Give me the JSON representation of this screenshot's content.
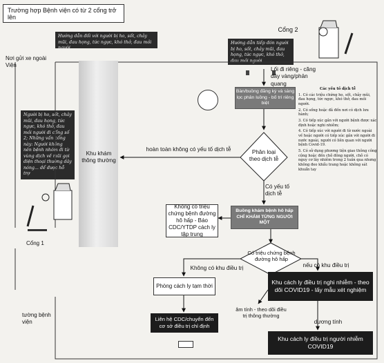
{
  "title": "Trường hợp Bệnh viện có từ 2 cổng trở lên",
  "notes": {
    "top_left": "Hướng dẫn đối với người bị ho, sốt, chảy mũi, đau họng, tức ngực, khó thở, đau mỏi người",
    "top_right": "Hướng dẫn tiếp đón người bị ho, sốt, chảy mũi, đau họng, tức ngực, khó thở, đau mỏi người",
    "left_column": "Người bị ho, sốt, chảy mũi, đau họng, tức ngực, khó thở, đau mỏi người đi cổng số 2; Những vấn cổng này: Người không nên bệnh nhóm đi từ vùng dịch về mũi gọi điện thoại thường dây nóng... để được hỗ trợ"
  },
  "labels": {
    "gate2": "Cổng 2",
    "gate1": "Cổng 1",
    "parking": "Nơi gửi xe ngoài Viện",
    "wall": "tường bệnh viện",
    "exam_area": "Khu khám thông thường",
    "separate_path": "Lối đi riêng - căng dây vàng/phản quang",
    "no_factor": "hoàn toàn không có yếu tố dịch tễ",
    "has_factor": "Có yếu tố dịch tễ",
    "no_isolation": "Không có khu điều trị",
    "has_isolation": "nếu có khu điều trị",
    "negative": "âm tính - theo dõi điều trị thông thường",
    "positive": "dương tính"
  },
  "nodes": {
    "registration": "Bàn/buồng đăng ký và sàng lọc phân luồng - bố trí riêng biệt",
    "classify": "Phân loại theo dịch tễ",
    "exam_room": "Buồng khám bệnh hô hấp CHỈ KHÁM TỪNG NGƯỜI MỘT",
    "no_symptoms": "Không có triệu chứng bệnh đường hô hấp - Báo CDC/YTDP cách ly tập trung",
    "symptoms": "Có triệu chứng bệnh đường hô hấp",
    "temp_isolation": "Phòng cách ly tạm thời",
    "contact_cdc": "Liên hệ CDC/chuyển đến cơ sở điều trị chỉ định",
    "isolation_monitor": "Khu cách ly điều trị nghi nhiễm - theo dõi COVID19 - lấy mẫu xét nghiệm",
    "isolation_covid": "Khu cách ly điều trị người nhiễm COVID19"
  },
  "requirements": {
    "title": "Các yếu tố dịch tễ",
    "items": [
      "1. Có các triệu chứng ho, sốt, chảy mũi, đau họng, tức ngực, khó thở, đau mỏi người.",
      "2. Có sống hoặc đã đến nơi có dịch lưu hành;",
      "3. Có tiếp xúc gần với người bệnh được xác định hoặc nghi nhiễm;",
      "4. Có tiếp xúc với người đi từ nước ngoài về hoặc người có tiếp xúc gần với người đi nước ngoài, người có liên quan với người bệnh Covid-19.",
      "5. Có sử dụng phương tiện giao thông công cộng hoặc đến chỗ đông người, chỗ có nguy cơ lây nhiễm trong 2 tuần qua nhưng không đeo khẩu trang hoặc không sát khuẩn tay"
    ]
  }
}
